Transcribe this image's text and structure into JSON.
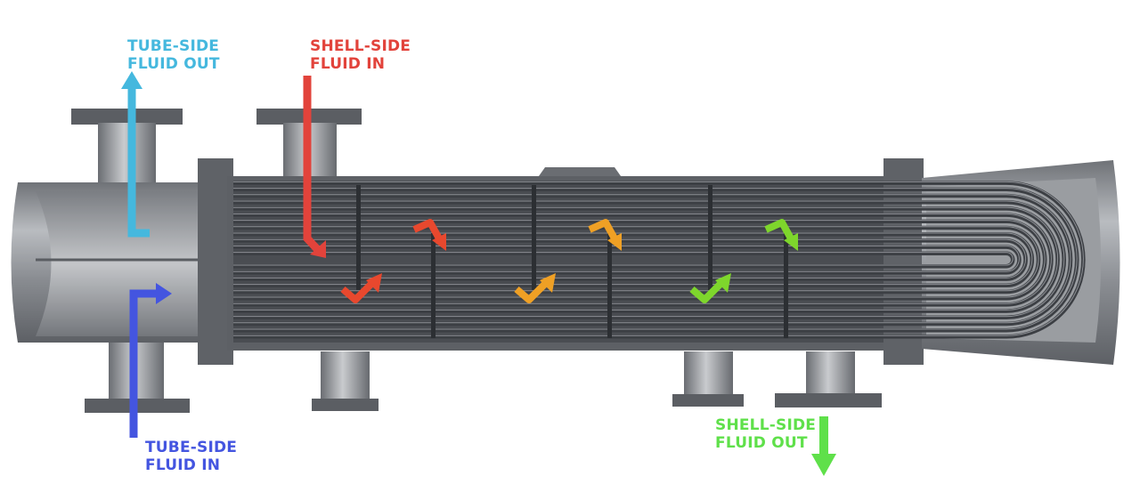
{
  "labels": {
    "tube_out": {
      "line1": "TUBE-SIDE",
      "line2": "FLUID OUT",
      "color": "#45b8de"
    },
    "shell_in": {
      "line1": "SHELL-SIDE",
      "line2": "FLUID IN",
      "color": "#e2433b"
    },
    "tube_in": {
      "line1": "TUBE-SIDE",
      "line2": "FLUID IN",
      "color": "#4455e0"
    },
    "shell_out": {
      "line1": "SHELL-SIDE",
      "line2": "FLUID OUT",
      "color": "#5fe04a"
    }
  },
  "flow_arrow_colors": [
    "#e8482e",
    "#e8482e",
    "#efa025",
    "#efa025",
    "#7ed62c",
    "#7ed62c"
  ],
  "metal_colors": {
    "shell": "#8f9296",
    "tube": "#3c3f44",
    "dark": "#55585d"
  }
}
